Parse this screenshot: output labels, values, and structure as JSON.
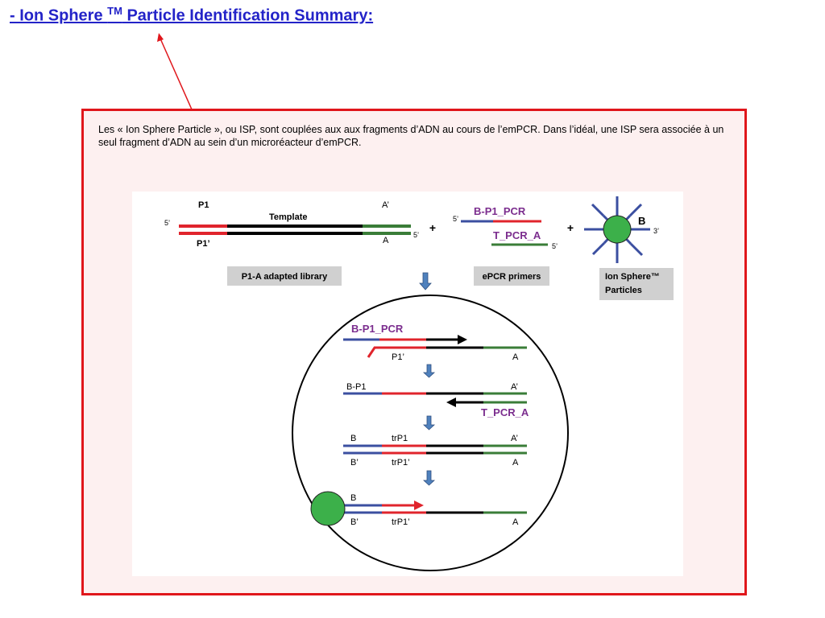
{
  "title": {
    "prefix": "- Ion Sphere ",
    "tm": "TM",
    "rest": " Particle Identification Summary:"
  },
  "description": "Les « Ion Sphere Particle », ou ISP, sont couplées aux aux fragments d’ADN au cours de l’emPCR. Dans l’idéal, une ISP sera associée à un seul fragment d’ADN au sein d’un microréacteur d’emPCR.",
  "colors": {
    "title": "#2323c8",
    "frame": "#e0161b",
    "blue": "#3b4fa0",
    "red": "#e0242c",
    "green": "#3a7d38",
    "purple": "#7b2d8e",
    "bead": "#3cb04a",
    "down_arrow": "#4f81bd",
    "label_box": "#d0d0d0"
  },
  "library": {
    "p1": "P1",
    "a_prime": "A’",
    "template": "Template",
    "five_prime_left": "5’",
    "five_prime_right": "5’",
    "p1_prime": "P1’",
    "a": "A",
    "caption": "P1-A adapted library"
  },
  "primers": {
    "b_p1_pcr": "B-P1_PCR",
    "five_prime_top": "5’",
    "t_pcr_a": "T_PCR_A",
    "five_prime_bottom": "5’",
    "caption": "ePCR primers"
  },
  "plus_signs": [
    "+",
    "+"
  ],
  "particles": {
    "b": "B",
    "three_prime": "3’",
    "caption_line1": "Ion Sphere™",
    "caption_line2": "Particles"
  },
  "reactor": {
    "step1": {
      "primer": "B-P1_PCR",
      "p1_prime": "P1’",
      "a": "A"
    },
    "step2": {
      "b_p1": "B-P1",
      "a_prime": "A’",
      "primer": "T_PCR_A"
    },
    "step3": {
      "b": "B",
      "trp1": "trP1",
      "a_prime": "A’",
      "b_prime": "B’",
      "trp1_prime": "trP1’",
      "a": "A"
    },
    "step4": {
      "b": "B",
      "b_prime": "B’",
      "trp1_prime": "trP1’",
      "a": "A"
    }
  }
}
